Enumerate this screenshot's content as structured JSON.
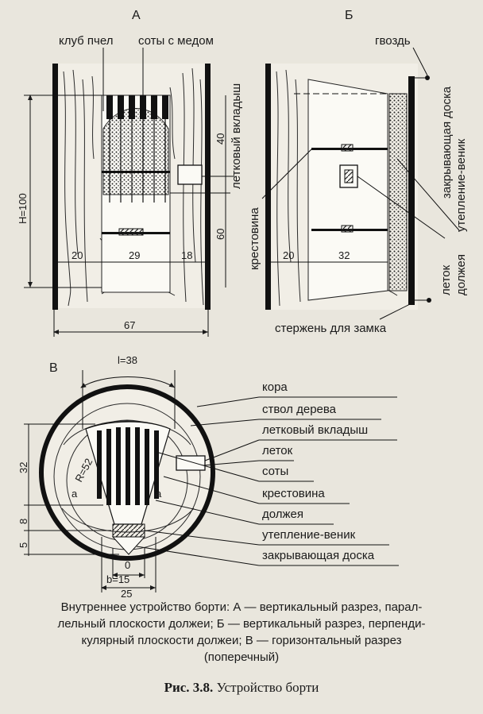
{
  "panels": {
    "a": "А",
    "b": "Б",
    "c": "В"
  },
  "panel_a": {
    "label_club": "клуб пчел",
    "label_combs": "соты с медом",
    "label_insert": "летковый вкладыш",
    "dim_h": "H=100",
    "dim_40": "40",
    "dim_60": "60",
    "dim_20": "20",
    "dim_29": "29",
    "dim_18": "18",
    "dim_67": "67"
  },
  "panel_b": {
    "label_nail": "гвоздь",
    "label_cover": "закрывающая доска",
    "label_broom": "утепление-веник",
    "label_cross": "крестовина",
    "label_dolzheya": "должея",
    "label_letok": "леток",
    "label_rod": "стержень для замка",
    "dim_20": "20",
    "dim_32": "32"
  },
  "panel_c": {
    "dim_l": "l=38",
    "dim_r": "R=52",
    "angle_a": "a",
    "dim_32": "32",
    "dim_8": "8",
    "dim_5": "5",
    "dim_0": "0",
    "dim_b": "b=15",
    "dim_25": "25",
    "legend": [
      "кора",
      "ствол дерева",
      "летковый вкладыш",
      "леток",
      "соты",
      "крестовина",
      "должея",
      "утепление-веник",
      "закрывающая доска"
    ]
  },
  "caption": {
    "line1": "Внутреннее устройство борти: А — вертикальный разрез, парал-",
    "line2": "лельный плоскости должеи; Б — вертикальный разрез, перпенди-",
    "line3": "кулярный плоскости должеи; В — горизонтальный разрез",
    "line4": "(поперечный)",
    "fig_num": "Рис. 3.8.",
    "fig_title": "Устройство борти"
  }
}
